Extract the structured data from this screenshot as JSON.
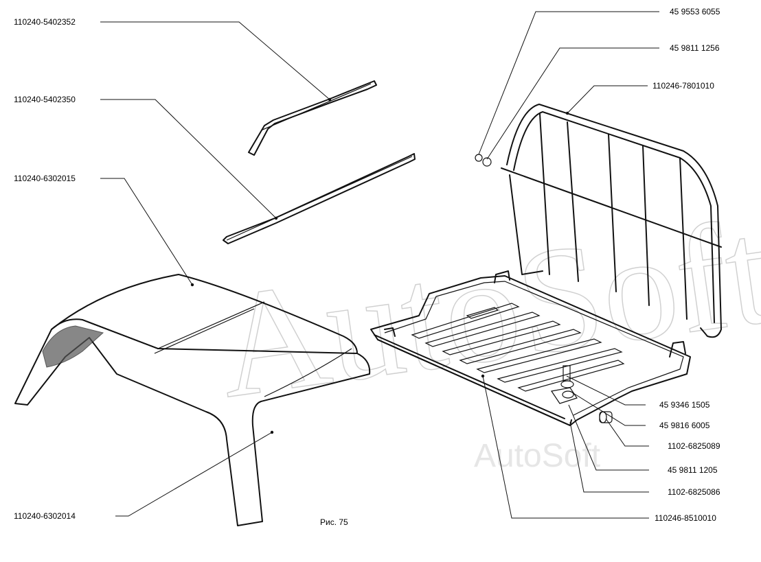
{
  "figure": {
    "caption": "Рис. 75",
    "watermark": "AutoSoft",
    "watermark_small": "AutoSoft"
  },
  "labels": {
    "p1": "110240-5402352",
    "p2": "110240-5402350",
    "p3": "110240-6302015",
    "p4": "110240-6302014",
    "p5": "45 9553 6055",
    "p6": "45 9811 1256",
    "p7": "110246-7801010",
    "p8": "45 9346 1505",
    "p9": "45 9816 6005",
    "p10": "1102-6825089",
    "p11": "45 9811 1205",
    "p12": "1102-6825086",
    "p13": "110246-8510010"
  }
}
